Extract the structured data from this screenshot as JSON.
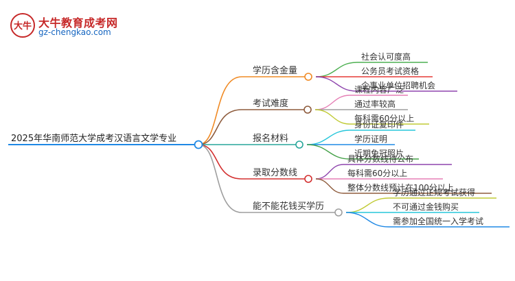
{
  "logo": {
    "title": "大牛教育成考网",
    "url": "gz-chengkao.com",
    "mark_text": "大牛"
  },
  "mindmap": {
    "root": {
      "label": "2025年华南师范大学成考汉语言文学专业"
    },
    "branches": [
      {
        "label": "学历含金量",
        "color": "#f08a24",
        "leaves": [
          {
            "label": "社会认可度高",
            "color": "#4caf50"
          },
          {
            "label": "公务员考试资格",
            "color": "#e53935"
          },
          {
            "label": "企事业单位招聘机会",
            "color": "#8e44ad"
          }
        ]
      },
      {
        "label": "考试难度",
        "color": "#8d5a3b",
        "leaves": [
          {
            "label": "课程内容广泛",
            "color": "#e57fb5"
          },
          {
            "label": "通过率较高",
            "color": "#9e9e9e"
          },
          {
            "label": "每科需60分以上",
            "color": "#c0ca33"
          }
        ]
      },
      {
        "label": "报名材料",
        "color": "#26a69a",
        "leaves": [
          {
            "label": "身份证复印件",
            "color": "#26c6da"
          },
          {
            "label": "学历证明",
            "color": "#1e88e5"
          },
          {
            "label": "近期免冠照片",
            "color": "#43a047"
          }
        ]
      },
      {
        "label": "录取分数线",
        "color": "#d32f2f",
        "leaves": [
          {
            "label": "具体分数线待公布",
            "color": "#8e44ad"
          },
          {
            "label": "每科需60分以上",
            "color": "#e57fb5"
          },
          {
            "label": "整体分数线预计在100分以上",
            "color": "#8d5a3b"
          }
        ]
      },
      {
        "label": "能不能花钱买学历",
        "color": "#9e9e9e",
        "leaves": [
          {
            "label": "学历通过正规考试获得",
            "color": "#c0ca33"
          },
          {
            "label": "不可通过金钱购买",
            "color": "#26c6da"
          },
          {
            "label": "需参加全国统一入学考试",
            "color": "#1e88e5"
          }
        ]
      }
    ]
  }
}
